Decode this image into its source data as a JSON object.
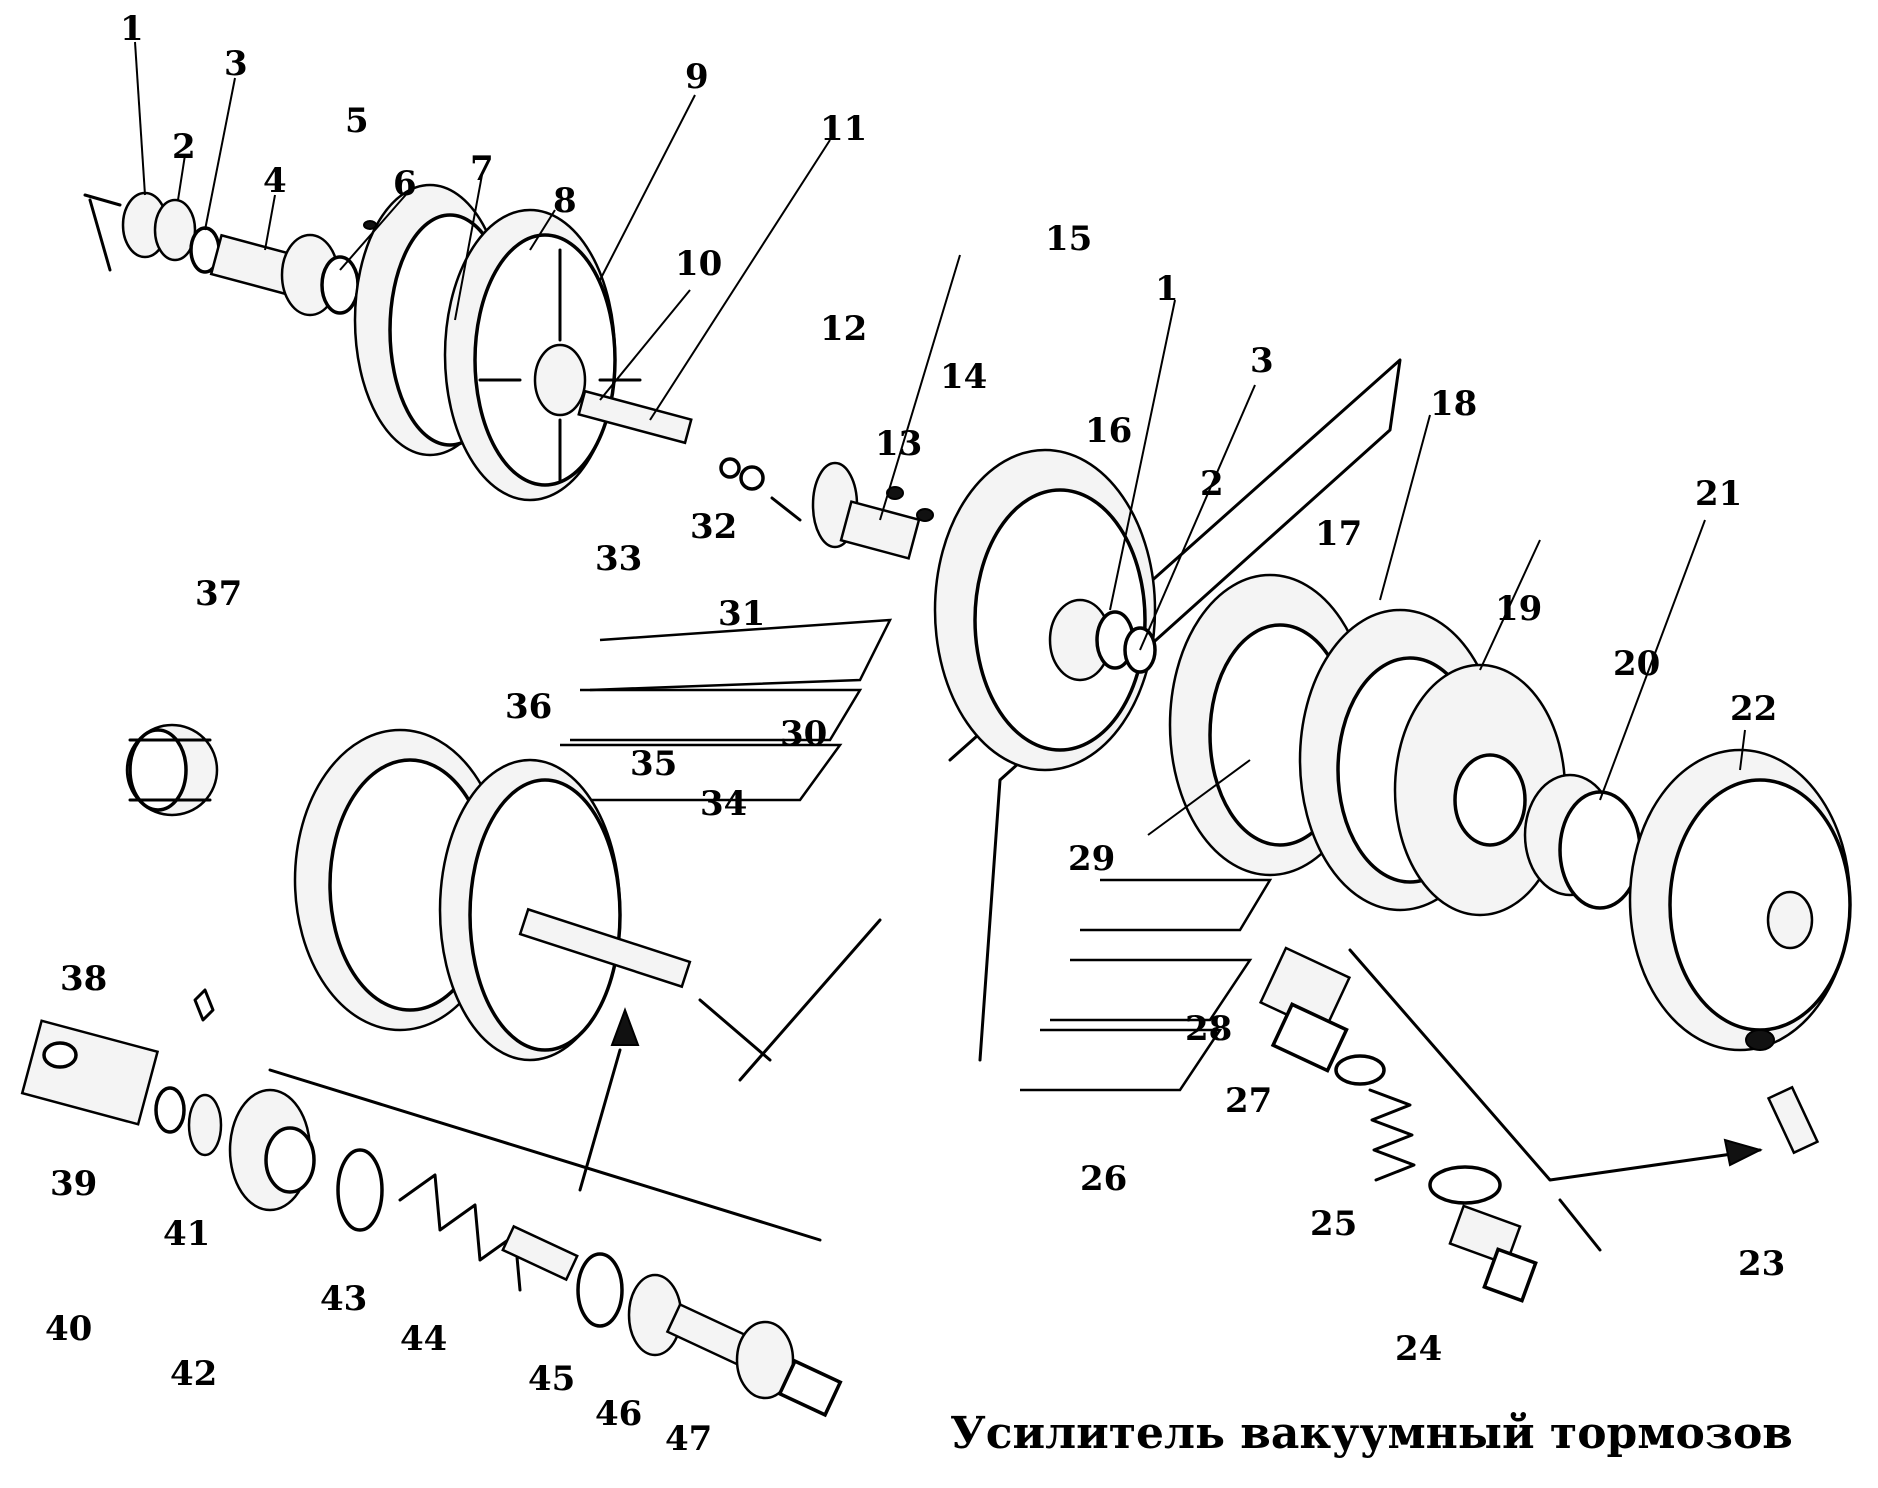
{
  "title": "Усилитель вакуумный тормозов",
  "callouts": [
    "1",
    "2",
    "3",
    "4",
    "5",
    "6",
    "7",
    "8",
    "9",
    "10",
    "11",
    "12",
    "13",
    "14",
    "15",
    "16",
    "1",
    "3",
    "2",
    "17",
    "18",
    "19",
    "20",
    "21",
    "22",
    "23",
    "24",
    "25",
    "26",
    "27",
    "28",
    "29",
    "30",
    "31",
    "32",
    "33",
    "34",
    "35",
    "36",
    "37",
    "38",
    "39",
    "40",
    "41",
    "42",
    "43",
    "44",
    "45",
    "46",
    "47"
  ]
}
